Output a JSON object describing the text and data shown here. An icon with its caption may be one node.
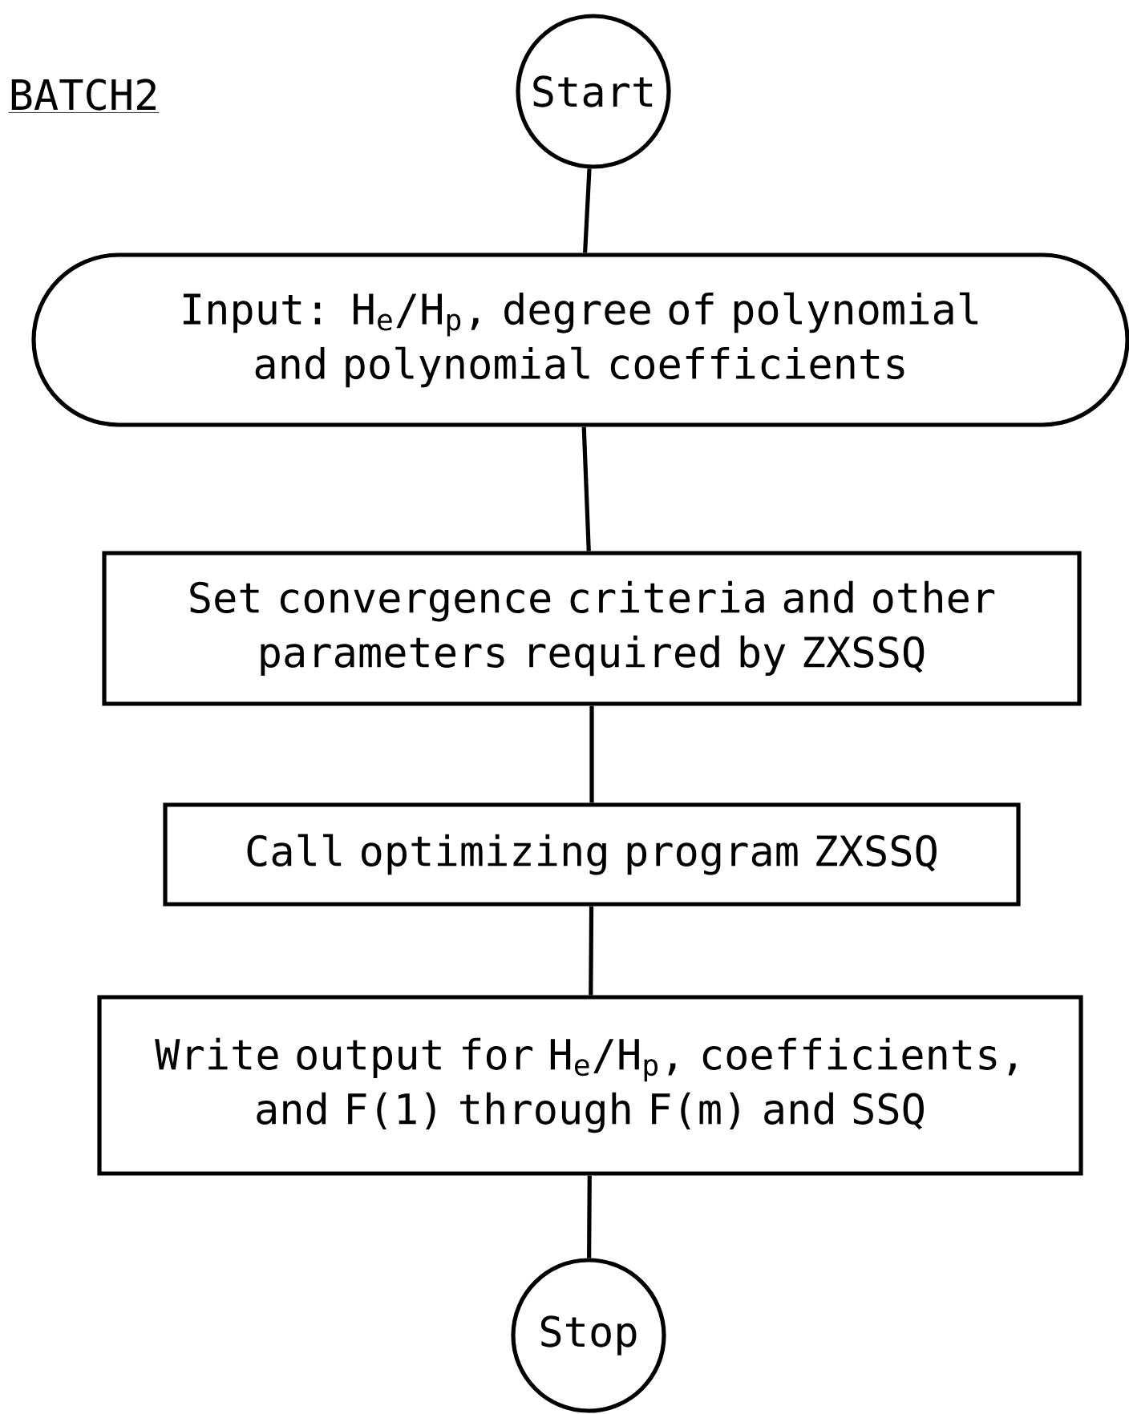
{
  "diagram": {
    "title": "BATCH2",
    "nodes": [
      {
        "text": [
          "Start"
        ]
      },
      {
        "text": [
          "Input: H$_{e}$/H$_{p}$, degree of polynomial and polynomial coefficients"
        ]
      },
      {
        "text": [
          "Set convergence criteria and other parameters required by ZXSSQ"
        ]
      },
      {
        "text": [
          "Call optimizing program ZXSSQ"
        ]
      },
      {
        "text": [
          "Write output for H$_{e}$/H$_{p}$, coefficients, and F(1) through F(m) and SSQ"
        ]
      },
      {
        "text": [
          "Stop"
        ]
      }
    ],
    "edges": [
      {
        "from": 0,
        "to": 1,
        "arrow": "none"
      },
      {
        "from": 1,
        "to": 2,
        "arrow": "none"
      },
      {
        "from": 2,
        "to": 3,
        "arrow": "none"
      },
      {
        "from": 3,
        "to": 4,
        "arrow": "none"
      },
      {
        "from": 4,
        "to": 5,
        "arrow": "none"
      }
    ]
  }
}
